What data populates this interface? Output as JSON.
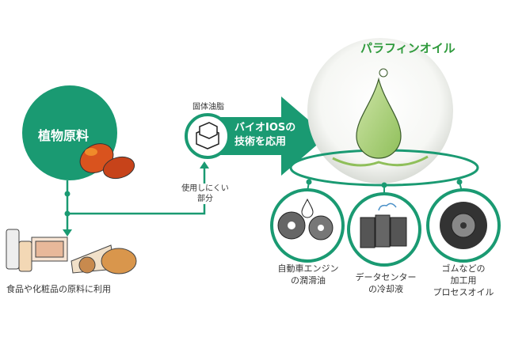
{
  "title": "パラフィンオイル",
  "source": {
    "label": "植物原料"
  },
  "process": {
    "input_label": "固体油脂",
    "arrow_line1": "バイオIOSの",
    "arrow_line2": "技術を応用"
  },
  "byproduct": {
    "line1": "使用しにくい",
    "line2": "部分"
  },
  "food_caption": "食品や化粧品の原料に利用",
  "uses": [
    {
      "line1": "自動車エンジン",
      "line2": "の潤滑油"
    },
    {
      "line1": "データセンター",
      "line2": "の冷却液"
    },
    {
      "line1": "ゴムなどの",
      "line2": "加工用",
      "line3": "プロセスオイル"
    }
  ],
  "colors": {
    "green": "#1a9a72",
    "title": "#2f9a3c"
  }
}
